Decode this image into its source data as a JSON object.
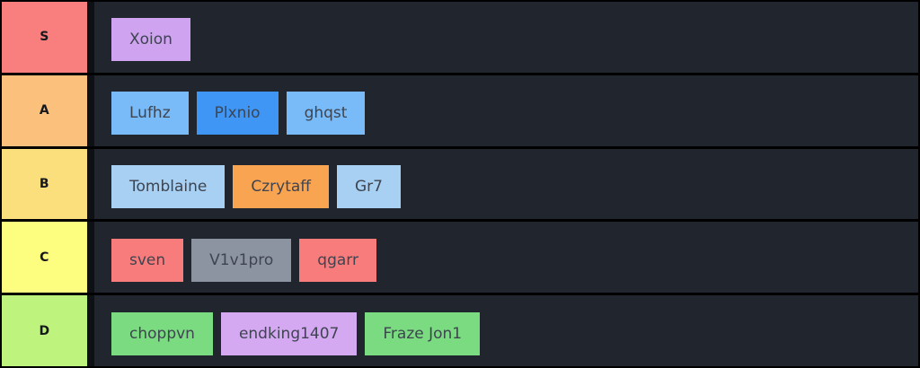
{
  "colors": {
    "page_background": "#000000",
    "row_background": "#21252d",
    "label_divider": "#0d1015",
    "chip_text": "#3e4450",
    "label_text": "#16181c"
  },
  "tiers": [
    {
      "label": "S",
      "color": "#f97f7f",
      "items": [
        {
          "name": "Xoion",
          "color": "#cfa3f0"
        }
      ]
    },
    {
      "label": "A",
      "color": "#fcc07d",
      "items": [
        {
          "name": "Lufhz",
          "color": "#79baf8"
        },
        {
          "name": "Plxnio",
          "color": "#3f96f5"
        },
        {
          "name": "ghqst",
          "color": "#79baf8"
        }
      ]
    },
    {
      "label": "B",
      "color": "#fcdf7d",
      "items": [
        {
          "name": "Tomblaine",
          "color": "#a7d0f3"
        },
        {
          "name": "Czrytaff",
          "color": "#f9a451"
        },
        {
          "name": "Gr7",
          "color": "#a7d0f3"
        }
      ]
    },
    {
      "label": "C",
      "color": "#fdfd7f",
      "items": [
        {
          "name": "sven",
          "color": "#f97c7c"
        },
        {
          "name": "V1v1pro",
          "color": "#8d94a1"
        },
        {
          "name": "qgarr",
          "color": "#f97c7c"
        }
      ]
    },
    {
      "label": "D",
      "color": "#bef47e",
      "items": [
        {
          "name": "choppvn",
          "color": "#7bdb80"
        },
        {
          "name": "endking1407",
          "color": "#d5a8f2"
        },
        {
          "name": "Fraze Jon1",
          "color": "#7bdb80"
        }
      ]
    }
  ]
}
